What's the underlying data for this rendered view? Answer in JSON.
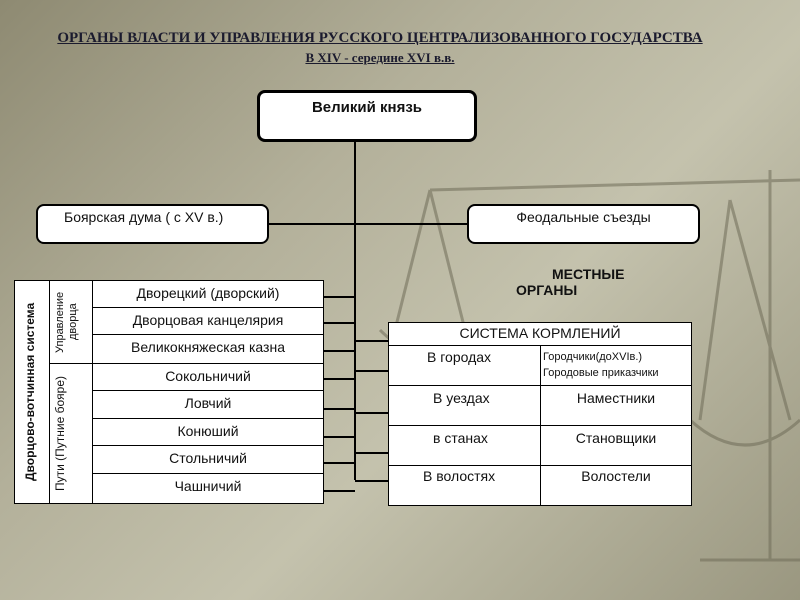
{
  "title": {
    "line1": "ОРГАНЫ ВЛАСТИ И УПРАВЛЕНИЯ РУССКОГО ЦЕНТРАЛИЗОВАННОГО ГОСУДАРСТВА",
    "line2": "В XIV - середине XVI в.в."
  },
  "top_box": "Великий князь",
  "boyar_duma": "Боярская дума ( с XV в.)",
  "feudal_congress": "Феодальные съезды",
  "local_label": {
    "line1": "МЕСТНЫЕ",
    "line2": "ОРГАНЫ"
  },
  "side_labels": {
    "system": "Дворцово-вотчинная система",
    "palace_mgmt": "Управление дворца",
    "ways": "Пути (Путние бояре)"
  },
  "palace_items": [
    "Дворецкий (дворский)",
    "Дворцовая канцелярия",
    "Великокняжеская казна",
    "Сокольничий",
    "Ловчий",
    "Конюший",
    "Стольничий",
    "Чашничий"
  ],
  "kormleniya": {
    "header": "СИСТЕМА КОРМЛЕНИЙ",
    "rows": [
      {
        "place": "В городах",
        "official": "Городчики(доXVIв.) Городовые приказчики"
      },
      {
        "place": "В уездах",
        "official": "Наместники"
      },
      {
        "place": "в станах",
        "official": "Становщики"
      },
      {
        "place": "В волостях",
        "official": "Волостели"
      }
    ]
  }
}
